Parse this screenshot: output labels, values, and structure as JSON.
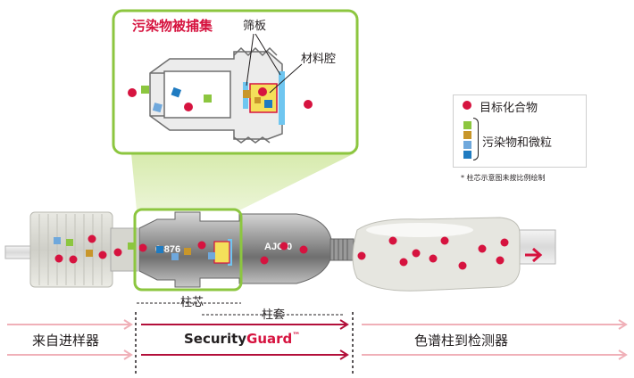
{
  "callout": {
    "title": "污染物被捕集",
    "sieve_label": "筛板",
    "bed_label": "材料腔"
  },
  "legend": {
    "compound_label": "目标化合物",
    "contaminant_label": "污染物和微粒",
    "swatch_colors": [
      "#8cc63f",
      "#c8962a",
      "#6fa8dc",
      "#1f7bc1"
    ]
  },
  "note": "* 柱芯示意图未按比例绘制",
  "device_text": {
    "left_marking": "0-876",
    "right_marking": "AJC 0"
  },
  "dims": {
    "cartridge_label": "柱芯",
    "holder_label": "柱套"
  },
  "flow": {
    "left_label": "来自进样器",
    "brand_plain": "Security",
    "brand_accent": "Guard",
    "brand_tm": "™",
    "right_label": "色谱柱到检测器"
  },
  "colors": {
    "accent_green": "#8cc63f",
    "compound_red": "#d6133f",
    "flow_arrow": "#f0b0b8",
    "brand_arrow": "#b30f3a"
  }
}
